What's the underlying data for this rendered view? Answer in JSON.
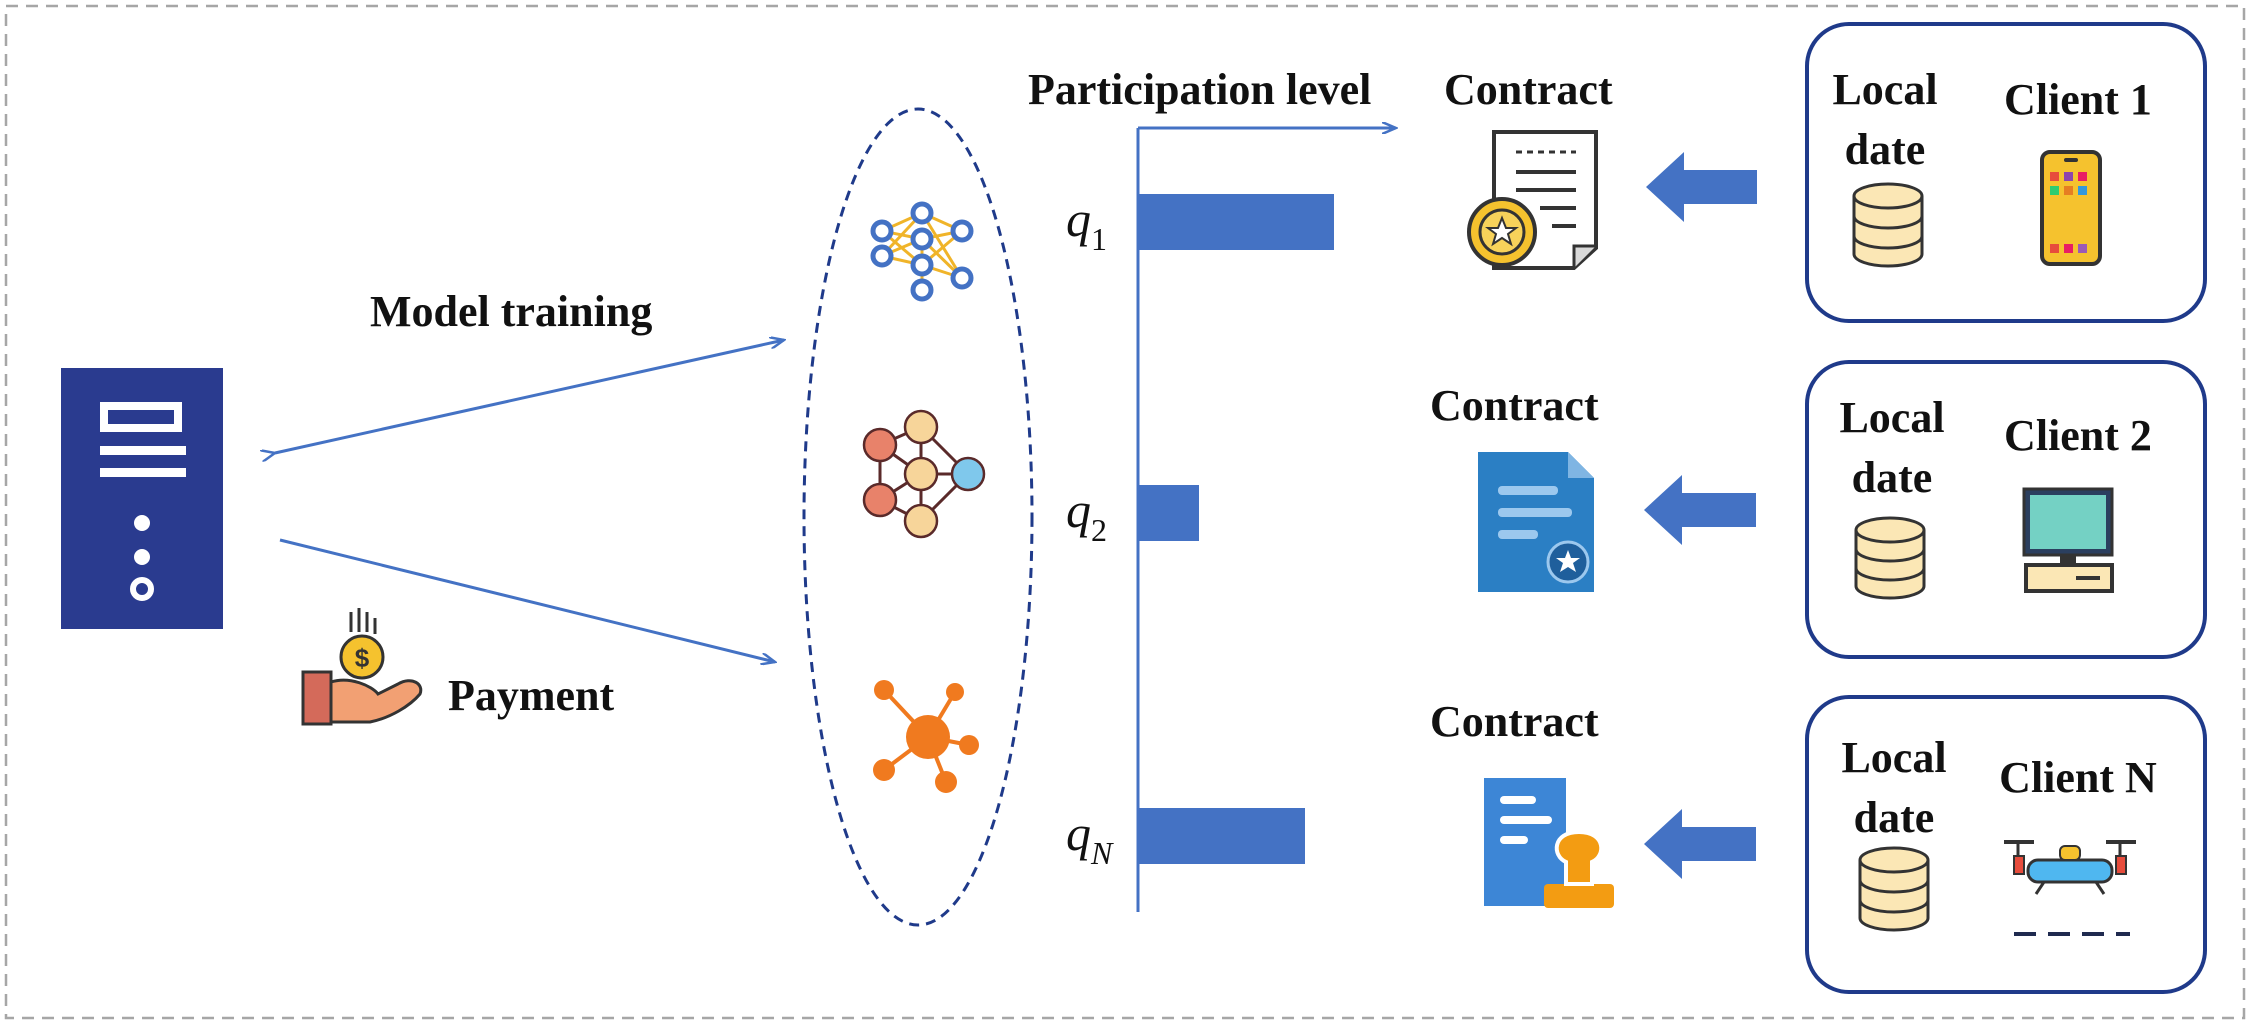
{
  "labels": {
    "model_training": "Model training",
    "payment": "Payment",
    "participation_level": "Participation level",
    "contract": "Contract",
    "local": "Local",
    "date": "date"
  },
  "clients": [
    {
      "name": "Client 1",
      "device": "smartphone-icon"
    },
    {
      "name": "Client 2",
      "device": "desktop-computer-icon"
    },
    {
      "name": "Client N",
      "device": "drone-icon"
    }
  ],
  "participation": {
    "levels": [
      {
        "symbol": "q",
        "subscript": "1",
        "value": 1.0
      },
      {
        "symbol": "q",
        "subscript": "2",
        "value": 0.31
      },
      {
        "symbol": "q",
        "subscript": "N",
        "value": 0.85
      }
    ]
  },
  "models": [
    "neural-network-icon",
    "neuron-graph-icon",
    "hub-network-icon"
  ],
  "contracts": [
    "contract-coin-icon",
    "contract-star-icon",
    "contract-stamp-icon"
  ],
  "colors": {
    "primary": "#4472c4",
    "server": "#2a3b8f",
    "bar": "#4472c4",
    "border": "#1f3a8a",
    "frame": "#a6a6a6"
  }
}
